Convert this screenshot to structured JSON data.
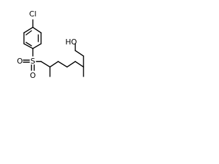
{
  "molecule": {
    "labels": {
      "cl": "Cl",
      "s": "S",
      "o1": "O",
      "o2": "O",
      "hydroxyl": "HO"
    }
  }
}
